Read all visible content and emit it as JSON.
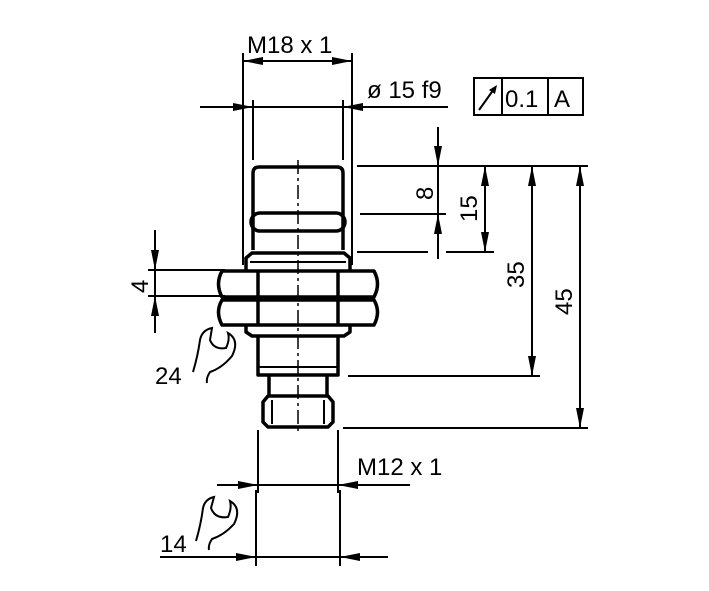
{
  "drawing": {
    "dimensions": {
      "thread_main": "M18 x 1",
      "diameter_tolerance": "ø 15 f9",
      "thread_connector": "M12 x 1",
      "nut_thickness": "4",
      "wrench_size_nut": "24",
      "wrench_size_connector": "14",
      "length_8": "8",
      "length_15": "15",
      "length_35": "35",
      "length_45": "45"
    },
    "tolerance_frame": {
      "symbol": "runout-arrow",
      "value": "0.1",
      "datum": "A"
    }
  }
}
